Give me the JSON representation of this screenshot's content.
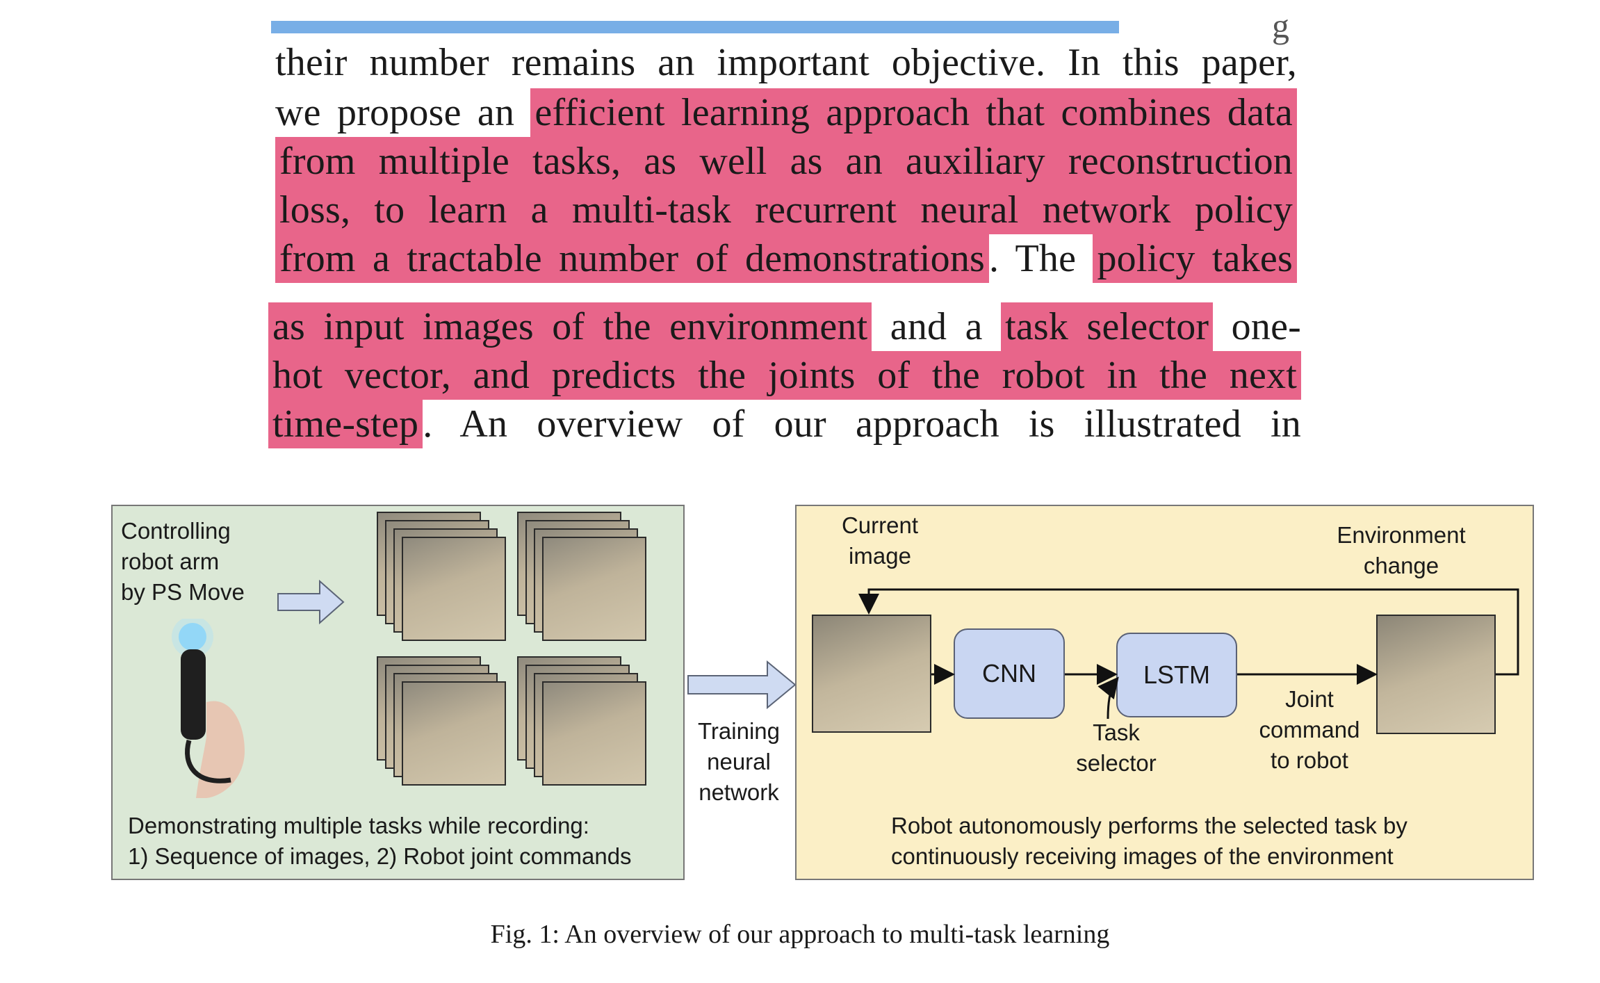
{
  "top_fragment": "g",
  "paragraph": {
    "lines": [
      [
        {
          "t": "their number remains an important objective. In this paper,",
          "h": false
        }
      ],
      [
        {
          "t": "we propose an ",
          "h": false
        },
        {
          "t": "efficient learning approach that combines data",
          "h": true
        }
      ],
      [
        {
          "t": "from multiple tasks, as well as an auxiliary reconstruction",
          "h": true
        }
      ],
      [
        {
          "t": "loss, to learn a multi-task recurrent neural network policy",
          "h": true
        }
      ],
      [
        {
          "t": "from a tractable number of demonstrations",
          "h": true
        },
        {
          "t": ". The ",
          "h": false
        },
        {
          "t": "policy takes",
          "h": true
        }
      ],
      [
        {
          "t": "as input images of the environment",
          "h": true
        },
        {
          "t": " and a ",
          "h": false
        },
        {
          "t": "task selector",
          "h": true
        },
        {
          "t": " one-",
          "h": false
        }
      ],
      [
        {
          "t": "hot vector, and predicts the joints of the robot in the next",
          "h": true
        }
      ],
      [
        {
          "t": "time-step",
          "h": true
        },
        {
          "t": ". An overview of our approach is illustrated in",
          "h": false
        }
      ]
    ]
  },
  "figure": {
    "left_panel": {
      "controlling": "Controlling\nrobot arm\nby PS Move",
      "demonstrating": "Demonstrating multiple tasks while recording:\n1) Sequence of images, 2) Robot joint commands"
    },
    "training_label": "Training\nneural\nnetwork",
    "right_panel": {
      "current_image": "Current\nimage",
      "environment_change": "Environment\nchange",
      "cnn": "CNN",
      "lstm": "LSTM",
      "task_selector": "Task\nselector",
      "joint_command": "Joint\ncommand\nto robot",
      "autonomous": "Robot autonomously performs the selected task by\ncontinuously receiving images of the environment"
    }
  },
  "caption": "Fig. 1: An overview of our approach to multi-task learning",
  "colors": {
    "highlight": "#e8658a",
    "selection_bar": "#78aee6",
    "left_bg": "#dbe8d6",
    "right_bg": "#fbefc6",
    "nn_box": "#c9d6f2"
  }
}
